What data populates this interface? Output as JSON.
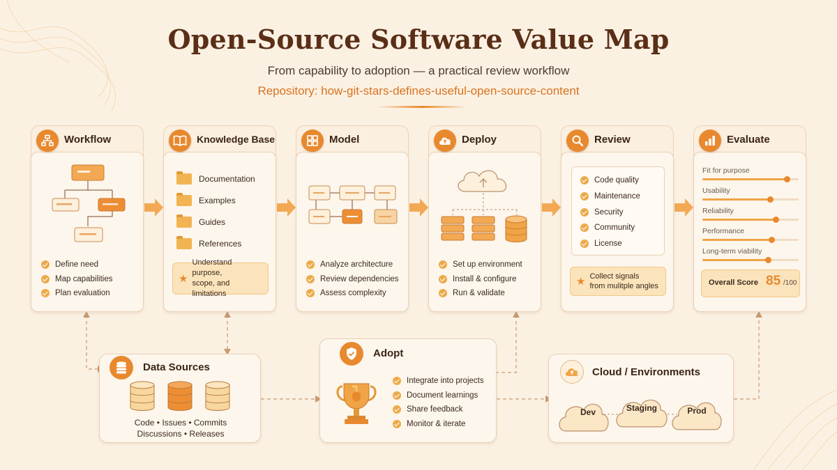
{
  "header": {
    "title": "Open-Source Software Value Map",
    "subtitle": "From capability to adoption — a practical review workflow",
    "repo": "Repository: how-git-stars-defines-useful-open-source-content"
  },
  "stages": [
    {
      "title": "Workflow",
      "icon": "sitemap-icon",
      "items": [
        "Define need",
        "Map capabilities",
        "Plan evaluation"
      ]
    },
    {
      "title": "Knowledge Base",
      "icon": "book-icon",
      "folders": [
        "Documentation",
        "Examples",
        "Guides",
        "References"
      ],
      "note": [
        "Understand purpose,",
        "scope, and limitations"
      ]
    },
    {
      "title": "Model",
      "icon": "grid-icon",
      "items": [
        "Analyze architecture",
        "Review dependencies",
        "Assess complexity"
      ]
    },
    {
      "title": "Deploy",
      "icon": "cloud-upload-icon",
      "items": [
        "Set up environment",
        "Install & configure",
        "Run & validate"
      ]
    },
    {
      "title": "Review",
      "icon": "magnifier-icon",
      "items": [
        "Code quality",
        "Maintenance",
        "Security",
        "Community",
        "License"
      ],
      "note": [
        "Collect signals",
        "from mulitple angles"
      ]
    },
    {
      "title": "Evaluate",
      "icon": "bar-chart-icon",
      "metrics": [
        {
          "label": "Fit for purpose",
          "level": 0.88
        },
        {
          "label": "Usability",
          "level": 0.7
        },
        {
          "label": "Reliability",
          "level": 0.76
        },
        {
          "label": "Performance",
          "level": 0.72
        },
        {
          "label": "Long-term viability",
          "level": 0.68
        }
      ],
      "score_label": "Overall Score",
      "score": "85",
      "score_max": "/100"
    }
  ],
  "data_sources": {
    "title": "Data Sources",
    "icon": "database-icon",
    "line1": "Code • Issues • Commits",
    "line2": "Discussions • Releases"
  },
  "adopt": {
    "title": "Adopt",
    "icon": "shield-check-icon",
    "trophy_icon": "trophy-icon",
    "items": [
      "Integrate into projects",
      "Document learnings",
      "Share feedback",
      "Monitor & iterate"
    ]
  },
  "cloud_env": {
    "title": "Cloud / Environments",
    "icon": "cloud-upload-icon",
    "envs": [
      "Dev",
      "Staging",
      "Prod"
    ]
  },
  "colors": {
    "accent": "#e8892e",
    "background": "#fbf1e3",
    "title": "#5a2e17",
    "repo": "#d9731f"
  }
}
